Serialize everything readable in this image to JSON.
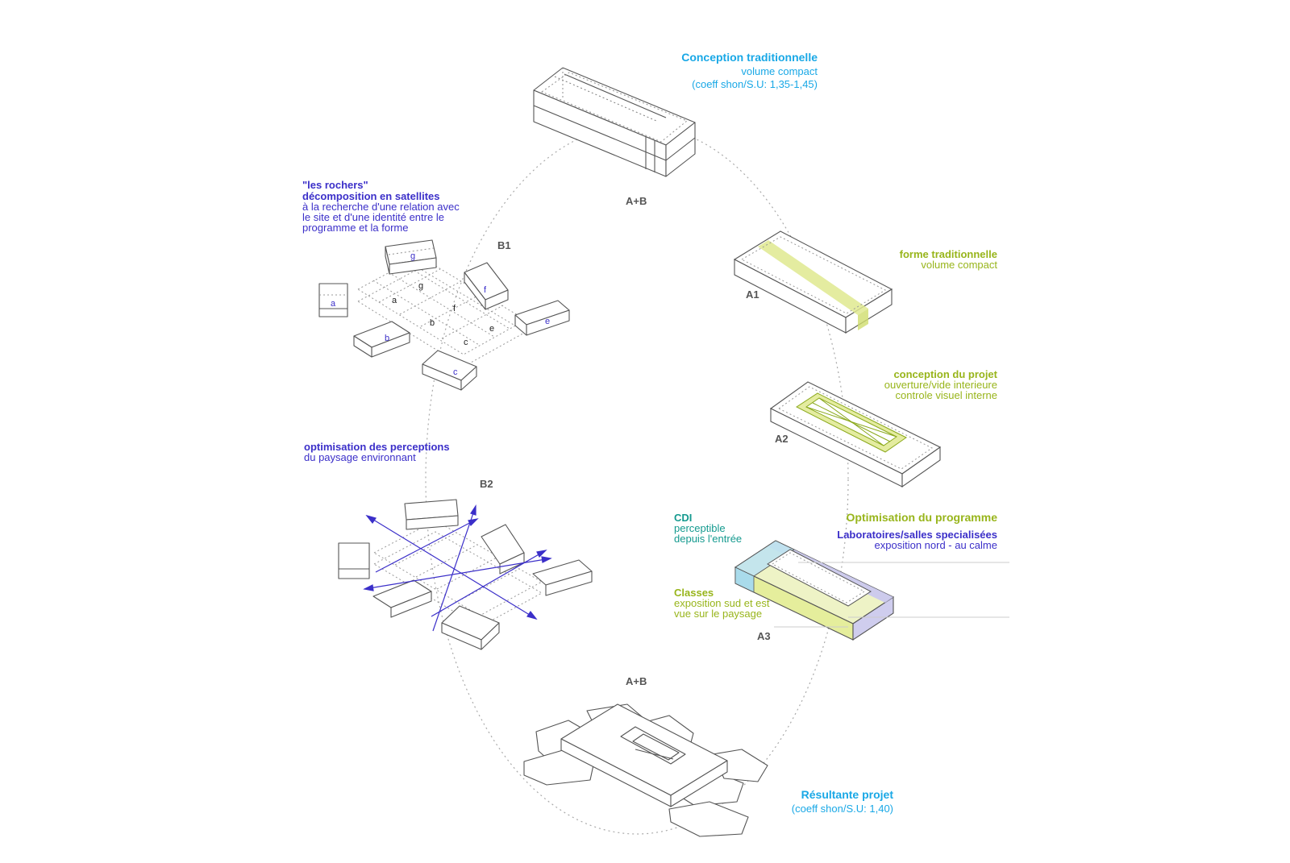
{
  "colors": {
    "cyan": "#19a8e6",
    "blue": "#3b2fc9",
    "green": "#98b51b",
    "teal": "#159a8f",
    "grey": "#555555"
  },
  "top": {
    "title": "Conception traditionnelle",
    "line1": "volume compact",
    "line2": "(coeff shon/S.U: 1,35-1,45)",
    "tag": "A+B"
  },
  "b1": {
    "tag": "B1",
    "title1": "\"les rochers\"",
    "title2": "décomposition en satellites",
    "desc1": "à la recherche d'une relation avec",
    "desc2": "le site et d'une identité entre le",
    "desc3": "programme et la forme",
    "letters": [
      "a",
      "b",
      "c",
      "e",
      "f",
      "g"
    ],
    "grid_letters": [
      "g",
      "a",
      "f",
      "b",
      "c",
      "e"
    ]
  },
  "b2": {
    "tag": "B2",
    "title": "optimisation des perceptions",
    "desc": "du paysage environnant"
  },
  "a1": {
    "tag": "A1",
    "title": "forme traditionnelle",
    "desc": "volume compact"
  },
  "a2": {
    "tag": "A2",
    "title": "conception du projet",
    "desc1": "ouverture/vide interieure",
    "desc2": "controle visuel interne"
  },
  "a3": {
    "tag": "A3",
    "heading": "Optimisation du programme",
    "cdi_title": "CDI",
    "cdi_line1": "perceptible",
    "cdi_line2": "depuis l'entrée",
    "labo_title": "Laboratoires/salles specialisées",
    "labo_desc": "exposition nord - au calme",
    "classes_title": "Classes",
    "classes_line1": "exposition sud et est",
    "classes_line2": "vue sur le paysage"
  },
  "bottom": {
    "tag": "A+B",
    "title": "Résultante projet",
    "line": "(coeff shon/S.U: 1,40)"
  }
}
